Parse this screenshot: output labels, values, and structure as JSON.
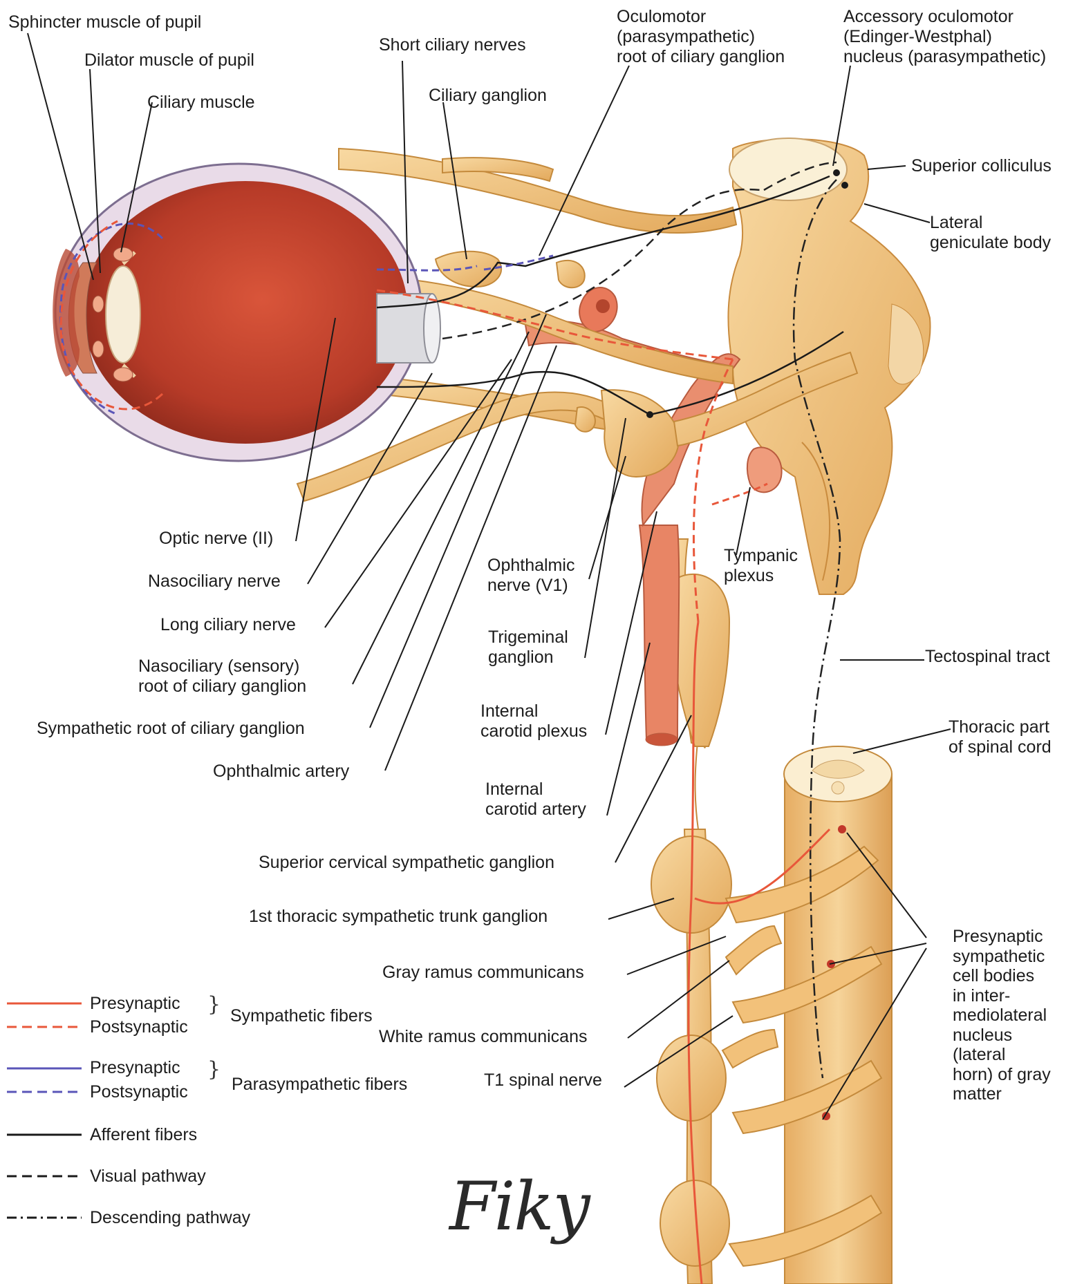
{
  "labels": {
    "sphincter": "Sphincter muscle of pupil",
    "dilator": "Dilator muscle of pupil",
    "ciliary_muscle": "Ciliary muscle",
    "short_ciliary": "Short ciliary nerves",
    "ciliary_ganglion": "Ciliary ganglion",
    "oculomotor_root": "Oculomotor\n(parasympathetic)\nroot of ciliary ganglion",
    "edinger": "Accessory oculomotor\n(Edinger-Westphal)\nnucleus (parasympathetic)",
    "superior_colliculus": "Superior colliculus",
    "lateral_geniculate": "Lateral\ngeniculate body",
    "optic_nerve": "Optic nerve (II)",
    "nasociliary_nerve": "Nasociliary nerve",
    "long_ciliary": "Long ciliary nerve",
    "nasociliary_root": "Nasociliary (sensory)\nroot of ciliary ganglion",
    "sympathetic_root": "Sympathetic root of ciliary ganglion",
    "ophthalmic_artery": "Ophthalmic artery",
    "ophthalmic_nerve": "Ophthalmic\nnerve (V1)",
    "tympanic_plexus": "Tympanic\nplexus",
    "trigeminal_ganglion": "Trigeminal\nganglion",
    "tectospinal": "Tectospinal tract",
    "internal_carotid_plexus": "Internal\ncarotid plexus",
    "thoracic_cord": "Thoracic part\nof spinal cord",
    "internal_carotid_artery": "Internal\ncarotid artery",
    "superior_cervical": "Superior cervical sympathetic ganglion",
    "first_thoracic": "1st thoracic sympathetic trunk ganglion",
    "gray_ramus": "Gray ramus communicans",
    "white_ramus": "White ramus communicans",
    "t1_nerve": "T1 spinal nerve",
    "presynaptic_cells": "Presynaptic\nsympathetic\ncell bodies\nin inter-\nmediolateral\nnucleus\n(lateral\nhorn) of gray\nmatter"
  },
  "legend": {
    "symp_pre": "Presynaptic",
    "symp_post": "Postsynaptic",
    "symp_group": "Sympathetic fibers",
    "para_pre": "Presynaptic",
    "para_post": "Postsynaptic",
    "para_group": "Parasympathetic fibers",
    "afferent": "Afferent fibers",
    "visual": "Visual pathway",
    "descending": "Descending pathway"
  },
  "signature": "Fiky",
  "colors": {
    "sympathetic": "#e8573a",
    "parasympathetic": "#5a55b8",
    "afferent": "#1a1a1a",
    "nerve_fill": "#f2c17a",
    "eye_interior": "#c8452f",
    "artery": "#e07a5c"
  }
}
